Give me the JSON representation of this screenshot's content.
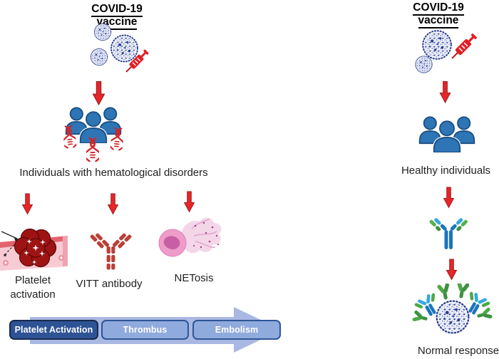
{
  "left_pathway": {
    "title": "COVID-19 vaccine",
    "population_label": "Individuals with hematological disorders",
    "mechanisms": [
      {
        "label": "Platelet activation"
      },
      {
        "label": "VITT antibody"
      },
      {
        "label": "NETosis"
      }
    ],
    "progression_steps": [
      {
        "label": "Platelet Activation",
        "emphasized": true
      },
      {
        "label": "Thrombus",
        "emphasized": false
      },
      {
        "label": "Embolism",
        "emphasized": false
      }
    ]
  },
  "right_pathway": {
    "title": "COVID-19 vaccine",
    "population_label": "Healthy individuals",
    "outcome_label": "Normal response"
  },
  "icons": {
    "virus": "coronavirus-particle",
    "syringe": "vaccine-syringe",
    "people": "people-group",
    "dna": "dna-helix",
    "down_arrow": "red-down-arrow",
    "platelet_clot": "platelet-aggregation",
    "vitt_antibody": "red-igg-antibody",
    "netosis": "netosis-neutrophil",
    "igg_antibody": "blue-green-igg-antibody",
    "process_arrow": "right-block-arrow"
  },
  "colors": {
    "arrow_red": "#E52528",
    "people_blue": "#2E75B6",
    "virus_navy": "#2B3E92",
    "vitt_red": "#B94036",
    "step_dark": "#2E5395",
    "step_light": "#8FAADC",
    "process_arrow_fill": "#A9B8E2"
  }
}
